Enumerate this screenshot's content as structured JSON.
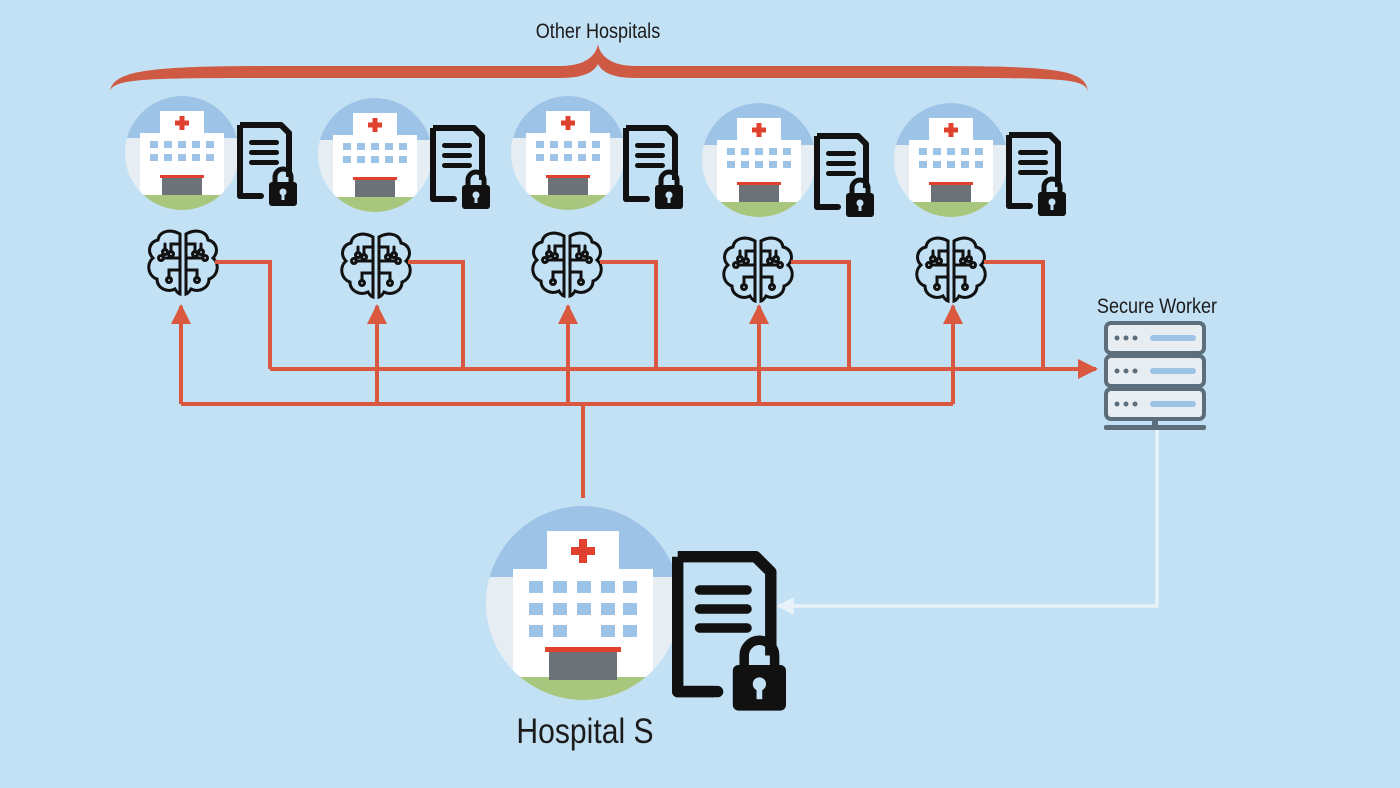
{
  "labels": {
    "other_hospitals": "Other Hospitals",
    "secure_worker": "Secure Worker",
    "main_hospital": "Hospital S"
  },
  "nodes": {
    "other_hospitals": [
      {
        "icon": "hospital-icon",
        "data_icon": "locked-document-icon",
        "model_icon": "brain-circuit-icon"
      },
      {
        "icon": "hospital-icon",
        "data_icon": "locked-document-icon",
        "model_icon": "brain-circuit-icon"
      },
      {
        "icon": "hospital-icon",
        "data_icon": "locked-document-icon",
        "model_icon": "brain-circuit-icon"
      },
      {
        "icon": "hospital-icon",
        "data_icon": "locked-document-icon",
        "model_icon": "brain-circuit-icon"
      },
      {
        "icon": "hospital-icon",
        "data_icon": "locked-document-icon",
        "model_icon": "brain-circuit-icon"
      }
    ],
    "secure_worker_icon": "server-icon",
    "main_hospital_icon": "hospital-icon"
  },
  "colors": {
    "background": "#c3e1f4",
    "arrow": "#d9583f",
    "return_arrow": "#e9f2f8",
    "brace": "#cf5a43",
    "icon_dark": "#111111",
    "hospital_sky": "#9dc3e6",
    "hospital_grass": "#a8c67d",
    "red_cross": "#e0412f",
    "server_body": "#5c6e7c"
  }
}
